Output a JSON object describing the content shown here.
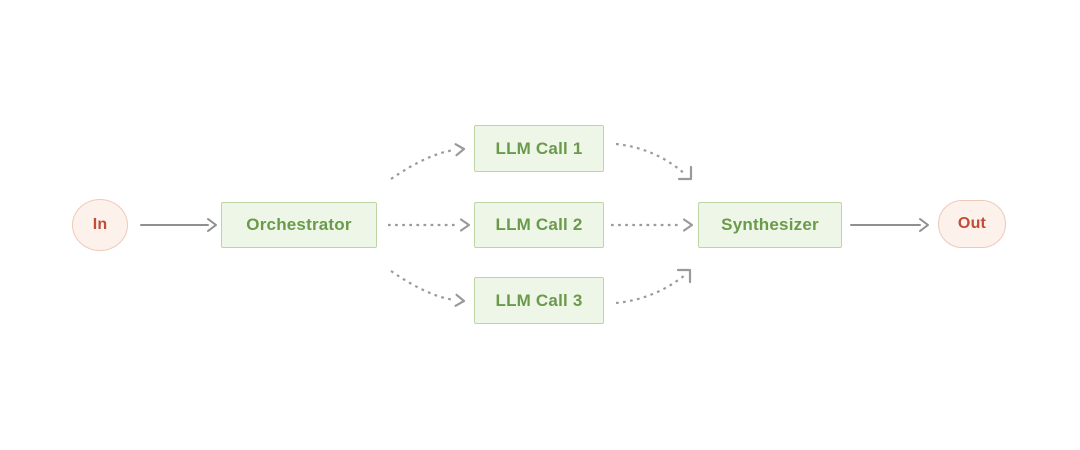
{
  "diagram": {
    "kind": "workflow-flowchart",
    "nodes": {
      "in": {
        "label": "In",
        "shape": "ellipse",
        "role": "input-terminal"
      },
      "orchestrator": {
        "label": "Orchestrator",
        "shape": "rect",
        "role": "process"
      },
      "llm_call_1": {
        "label": "LLM Call 1",
        "shape": "rect",
        "role": "process"
      },
      "llm_call_2": {
        "label": "LLM Call 2",
        "shape": "rect",
        "role": "process"
      },
      "llm_call_3": {
        "label": "LLM Call 3",
        "shape": "rect",
        "role": "process"
      },
      "synthesizer": {
        "label": "Synthesizer",
        "shape": "rect",
        "role": "process"
      },
      "out": {
        "label": "Out",
        "shape": "pill",
        "role": "output-terminal"
      }
    },
    "edges": [
      {
        "from": "in",
        "to": "orchestrator",
        "style": "solid"
      },
      {
        "from": "orchestrator",
        "to": "llm_call_1",
        "style": "dashed-curved"
      },
      {
        "from": "orchestrator",
        "to": "llm_call_2",
        "style": "dashed-straight"
      },
      {
        "from": "orchestrator",
        "to": "llm_call_3",
        "style": "dashed-curved"
      },
      {
        "from": "llm_call_1",
        "to": "synthesizer",
        "style": "dashed-curved"
      },
      {
        "from": "llm_call_2",
        "to": "synthesizer",
        "style": "dashed-straight"
      },
      {
        "from": "llm_call_3",
        "to": "synthesizer",
        "style": "dashed-curved"
      },
      {
        "from": "synthesizer",
        "to": "out",
        "style": "solid"
      }
    ],
    "colors": {
      "box_fill": "#eef6e7",
      "box_border": "#bdd5a6",
      "box_text": "#6a9a4b",
      "terminal_fill": "#fdf1ec",
      "terminal_border": "#eec9b9",
      "terminal_text": "#c14d36",
      "arrow_solid": "#8f8f8f",
      "arrow_dashed": "#9a9a9a",
      "background": "#ffffff"
    }
  }
}
